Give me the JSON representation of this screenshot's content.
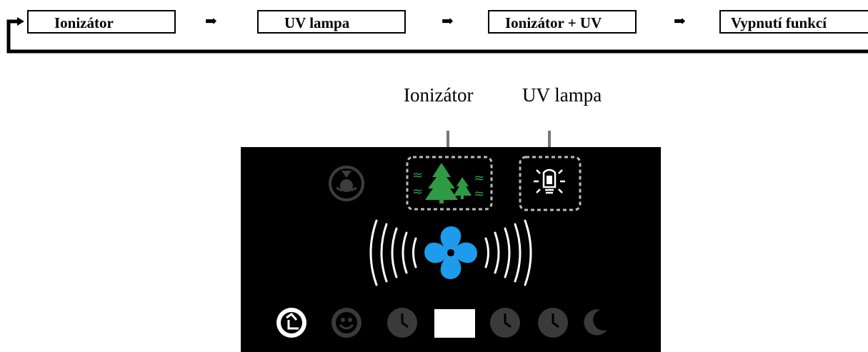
{
  "flow": {
    "steps": [
      "Ionizátor",
      "UV lampa",
      "Ionizátor + UV",
      "Vypnutí funkcí"
    ],
    "arrow_glyph": "➡"
  },
  "callouts": {
    "ionizer": "Ionizátor",
    "uv_lamp": "UV lampa"
  },
  "panel": {
    "icons": [
      "fan-mode-icon",
      "ionizer-trees-icon",
      "uv-lamp-icon",
      "fan-speed-icon",
      "auto-mode-icon",
      "smile-mode-icon",
      "timer-icon",
      "timer-icon",
      "timer-icon",
      "night-mode-icon"
    ],
    "colors": {
      "background": "#000000",
      "tree_green": "#2e9b44",
      "fan_blue": "#1e9bea",
      "dim_icon": "#3a3a3a",
      "bright": "#ffffff"
    }
  }
}
